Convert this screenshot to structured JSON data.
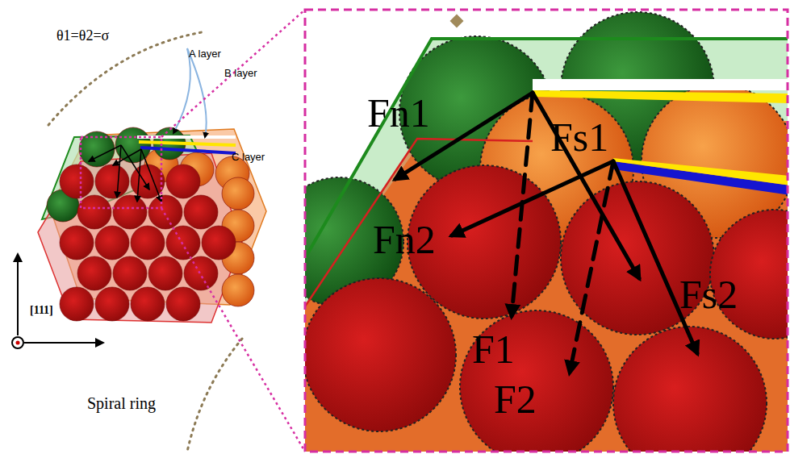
{
  "diagram": {
    "labels": [
      "θ1=θ2=σ",
      "A layer",
      "B layer",
      "C layer",
      "[111]",
      "Spiral ring",
      "Fn1",
      "Fs1",
      "Fn2",
      "Fs2",
      "F1",
      "F2"
    ]
  }
}
